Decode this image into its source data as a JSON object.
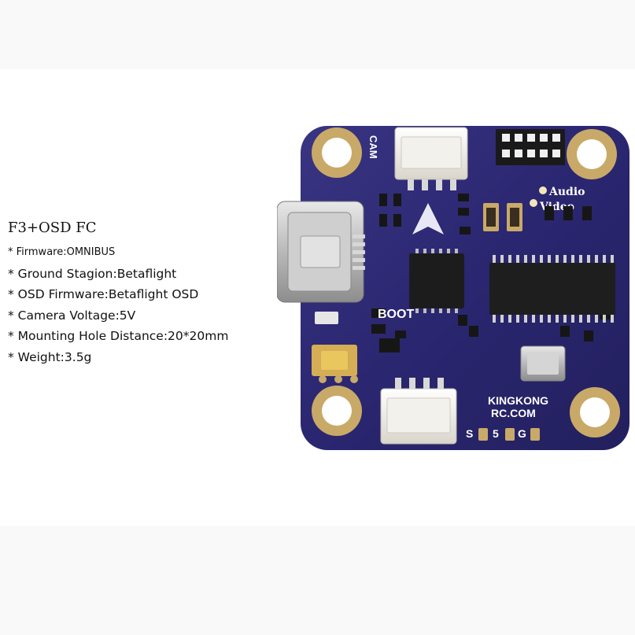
{
  "specs": {
    "title": "F3+OSD FC",
    "items": [
      "* Firmware:OMNIBUS",
      "* Ground Stagion:Betaflight",
      "* OSD Firmware:Betaflight OSD",
      "* Camera Voltage:5V",
      "* Mounting Hole Distance:20*20mm",
      "* Weight:3.5g"
    ]
  },
  "board": {
    "labels": {
      "cam": "CAM",
      "audio": "Audio",
      "video": "Video",
      "boot": "BOOT",
      "brand_line1": "KINGKONG",
      "brand_line2": "RC.COM",
      "pad_s": "S",
      "pad_5": "5",
      "pad_g": "G"
    },
    "colors": {
      "pcb": "#2a2670",
      "pad": "#c9a968",
      "silk": "#ffffff"
    }
  }
}
